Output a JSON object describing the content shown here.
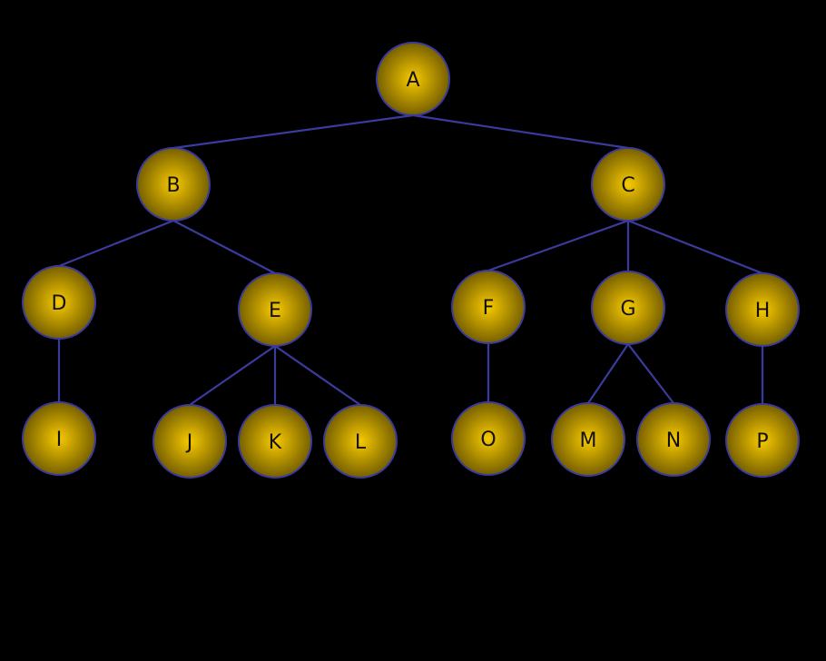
{
  "diagram": {
    "type": "tree",
    "colors": {
      "edge": "#3b3b9e",
      "node_center": "#f7ca00",
      "node_edge": "#776000",
      "node_stroke": "#3b3b9e"
    },
    "nodes": [
      "A",
      "B",
      "C",
      "D",
      "E",
      "F",
      "G",
      "H",
      "I",
      "J",
      "K",
      "L",
      "O",
      "M",
      "N",
      "P"
    ],
    "edges": [
      [
        "A",
        "B"
      ],
      [
        "A",
        "C"
      ],
      [
        "B",
        "D"
      ],
      [
        "B",
        "E"
      ],
      [
        "C",
        "F"
      ],
      [
        "C",
        "G"
      ],
      [
        "C",
        "H"
      ],
      [
        "D",
        "I"
      ],
      [
        "E",
        "J"
      ],
      [
        "E",
        "K"
      ],
      [
        "E",
        "L"
      ],
      [
        "F",
        "O"
      ],
      [
        "G",
        "M"
      ],
      [
        "G",
        "N"
      ],
      [
        "H",
        "P"
      ]
    ]
  }
}
